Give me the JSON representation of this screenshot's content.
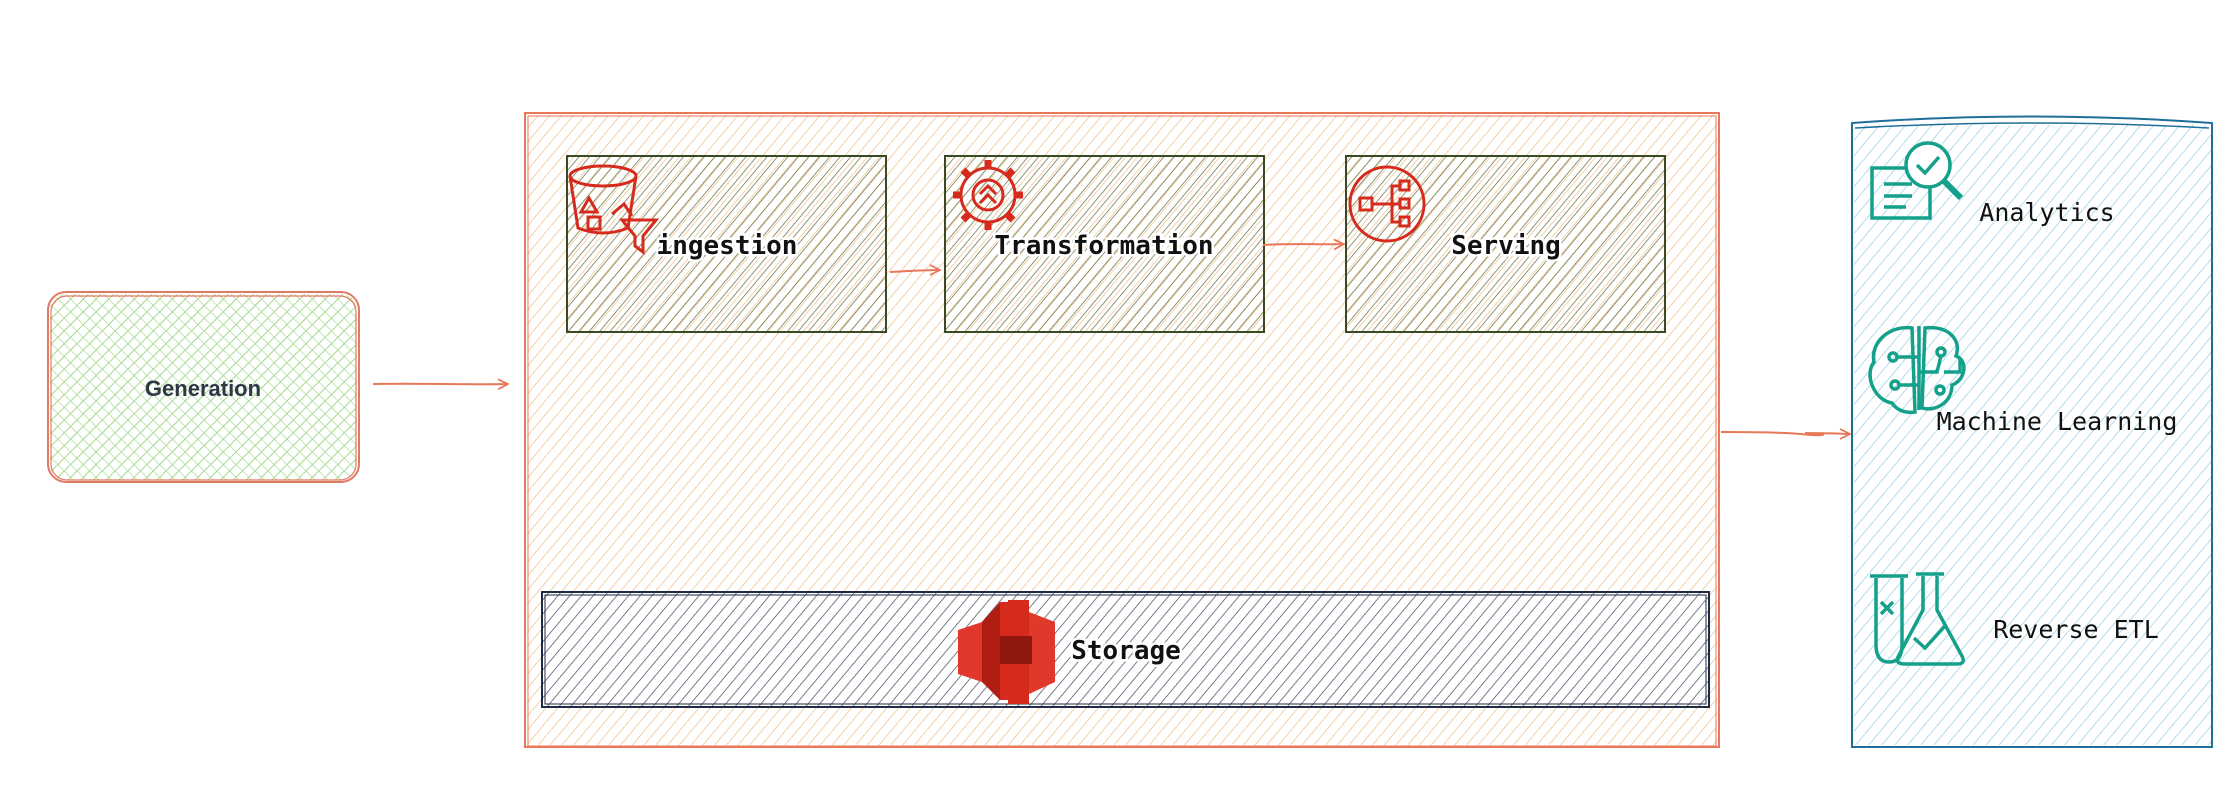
{
  "nodes": {
    "generation": "Generation",
    "ingestion": "ingestion",
    "transformation": "Transformation",
    "serving": "Serving",
    "storage": "Storage"
  },
  "consumers": {
    "analytics": "Analytics",
    "machine_learning": "Machine Learning",
    "reverse_etl": "Reverse ETL"
  },
  "colors": {
    "generation_fill": "#a5d98a",
    "generation_border": "#e07a62",
    "container_fill": "#f2bf7e",
    "container_border": "#e87858",
    "stage_hatch": "#4e5b31",
    "storage_hatch": "#2e4a7a",
    "aws_red": "#d62a1d",
    "consumer_fill": "#8ecbe2",
    "consumer_border": "#1f6f99",
    "teal_icon": "#14a08a",
    "arrow": "#e87858"
  },
  "icons": {
    "ingestion": "data-ingestion-icon",
    "transformation": "transformation-gear-icon",
    "serving": "data-serving-icon",
    "storage": "s3-bucket-icon",
    "analytics": "analytics-report-icon",
    "machine_learning": "brain-circuit-icon",
    "reverse_etl": "lab-flasks-icon"
  }
}
